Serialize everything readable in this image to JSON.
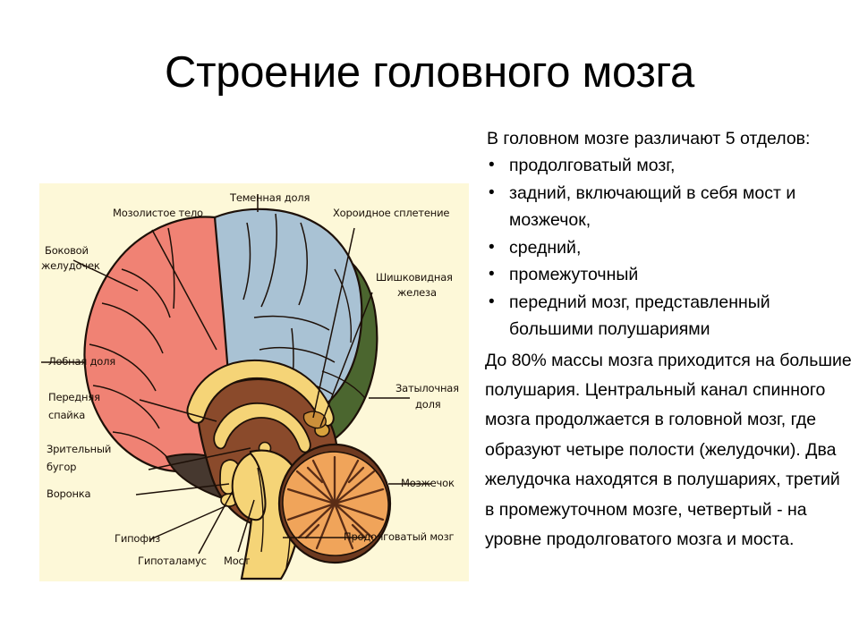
{
  "slide": {
    "title": "Строение головного мозга",
    "background": "#ffffff"
  },
  "text_panel": {
    "intro": "В головном мозге различают 5 отделов:",
    "bullet_char": "•",
    "bullets": [
      "продолговатый мозг,",
      " задний, включающий в себя мост и мозжечок,",
      "средний,",
      "промежуточный",
      "передний мозг, представленный большими полушариями"
    ],
    "paragraph": " До 80% массы мозга приходится на большие полушария. Центральный канал спинного мозга продолжается в головной мозг, где образуют четыре полости (желудочки). Два желудочка находятся  в полушариях, третий в промежуточном мозге, четвертый  - на уровне продолговатого мозга и моста."
  },
  "figure": {
    "background": "#fdf8d8",
    "colors": {
      "frontal_lobe": "#f08274",
      "parietal_lobe": "#a9c2d4",
      "occipital_lobe": "#49652f",
      "brainstem_core": "#8a4a2b",
      "corpus_callosum": "#f5d477",
      "cerebellum_cortex": "#6e3a20",
      "cerebellum_arbor": "#f2a košt"
    },
    "labels": {
      "corpus_callosum": "Мозолистое тело",
      "parietal_lobe": "Теменная доля",
      "choroid_plexus": "Хороидное сплетение",
      "lateral_ventricle_line1": "Боковой",
      "lateral_ventricle_line2": "желудочек",
      "pineal_gland_line1": "Шишковидная",
      "pineal_gland_line2": "железа",
      "frontal_lobe": "Лобная доля",
      "anterior_commissure_line1": "Передняя",
      "anterior_commissure_line2": "спайка",
      "occipital_lobe_line1": "Затылочная",
      "occipital_lobe_line2": "доля",
      "optic_thalamus_line1": "Зрительный",
      "optic_thalamus_line2": "бугор",
      "infundibulum": "Воронка",
      "cerebellum": "Мозжечок",
      "pituitary": "Гипофиз",
      "hypothalamus": "Гипоталамус",
      "pons": "Мост",
      "medulla": "Продолговатый мозг"
    }
  }
}
